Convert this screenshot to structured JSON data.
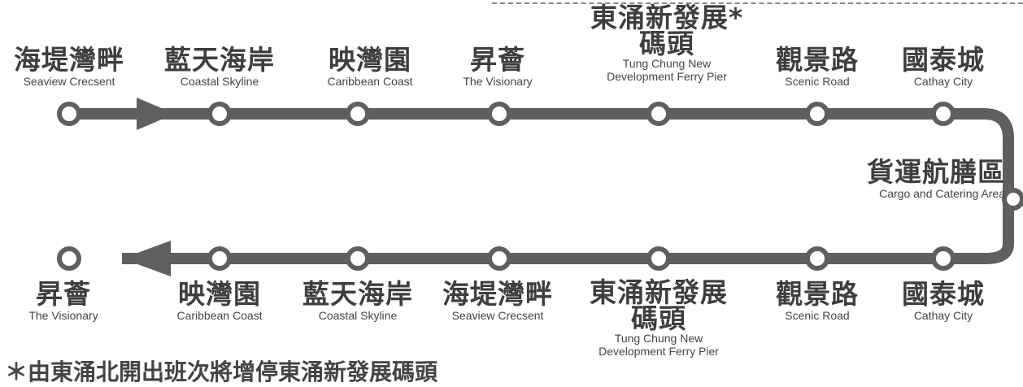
{
  "top_row": [
    {
      "zh": "海堤灣畔",
      "en": "Seaview Crecsent"
    },
    {
      "zh": "藍天海岸",
      "en": "Coastal Skyline"
    },
    {
      "zh": "映灣園",
      "en": "Caribbean Coast"
    },
    {
      "zh": "昇薈",
      "en": "The Visionary"
    },
    {
      "zh": "東涌新發展*",
      "zh2": "碼頭",
      "en": "Tung Chung New",
      "en2": "Development Ferry Pier"
    },
    {
      "zh": "觀景路",
      "en": "Scenic Road"
    },
    {
      "zh": "國泰城",
      "en": "Cathay City"
    }
  ],
  "turn_stop": {
    "zh": "貨運航膳區",
    "en": "Cargo and Catering Area"
  },
  "bottom_row": [
    {
      "zh": "昇薈",
      "en": "The Visionary"
    },
    {
      "zh": "映灣園",
      "en": "Caribbean Coast"
    },
    {
      "zh": "藍天海岸",
      "en": "Coastal Skyline"
    },
    {
      "zh": "海堤灣畔",
      "en": "Seaview Crecsent"
    },
    {
      "zh": "東涌新發展",
      "zh2": "碼頭",
      "en": "Tung Chung New",
      "en2": "Development Ferry Pier"
    },
    {
      "zh": "觀景路",
      "en": "Scenic Road"
    },
    {
      "zh": "國泰城",
      "en": "Cathay City"
    }
  ],
  "footnote": "＊由東涌北開出班次將增停東涌新發展碼頭",
  "colors": {
    "line": "#5f5f5f",
    "stop_fill": "#ffffff",
    "text": "#3e3e3e"
  }
}
